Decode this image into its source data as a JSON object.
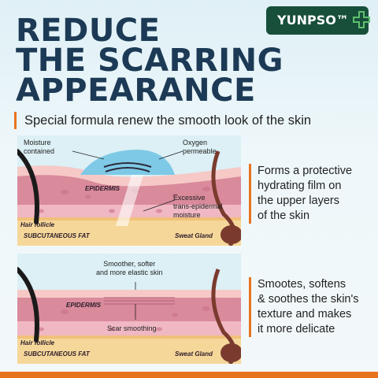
{
  "brand": {
    "name": "YUNPSO™"
  },
  "headline": [
    "REDUCE",
    "THE SCARRING",
    "APPEARANCE"
  ],
  "subtitle": "Special formula renew the smooth look of the skin",
  "panel1": {
    "moisture": [
      "Moisture",
      "contained"
    ],
    "oxygen": [
      "Oxygen",
      "permeable"
    ],
    "epidermis": "EPIDERMIS",
    "excessive": [
      "Excessive",
      "trans-epidermal",
      "moisture"
    ],
    "hair": "Hair follicle",
    "fat": "SUBCUTANEOUS FAT",
    "gland": "Sweat Gland"
  },
  "panel2": {
    "smoother": [
      "Smoother, softer",
      "and more elastic skin"
    ],
    "epidermis": "EPIDERMIS",
    "scar": "Scar smoothing",
    "hair": "Hair follicle",
    "fat": "SUBCUTANEOUS FAT",
    "gland": "Sweat Gland"
  },
  "side1": [
    "Forms a protective",
    "hydrating film on",
    "the upper layers",
    "of the skin"
  ],
  "side2": [
    "Smootes, softens",
    "& soothes the skin's",
    "texture and makes",
    "it more delicate"
  ],
  "colors": {
    "navy": "#1c3a55",
    "accent": "#e8731f",
    "brand": "#174f3a"
  }
}
